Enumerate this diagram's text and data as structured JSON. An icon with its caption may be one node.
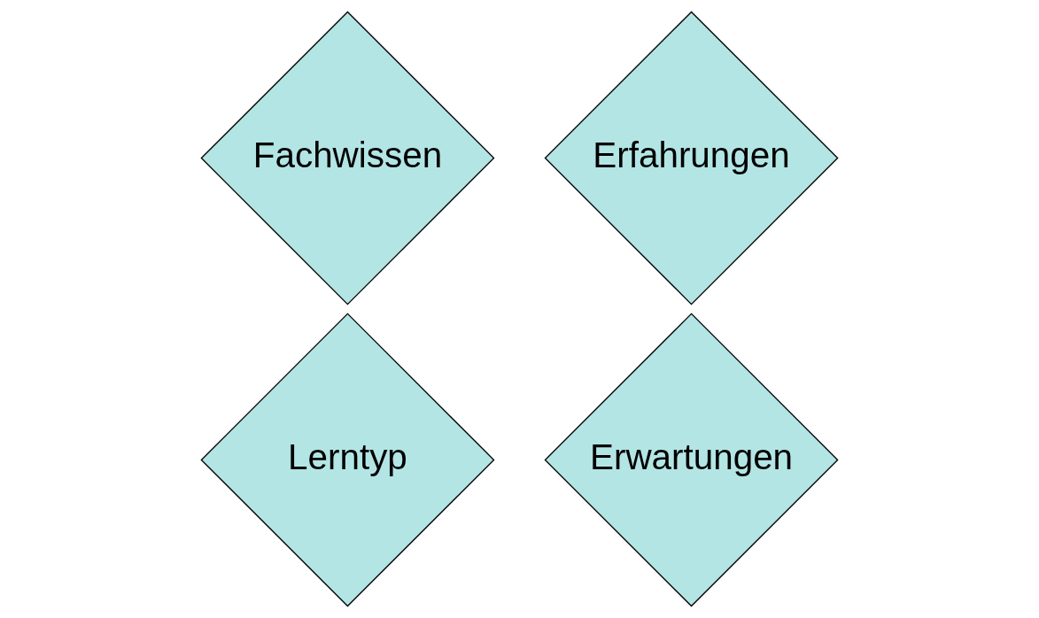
{
  "diagram": {
    "nodes": [
      {
        "text": [
          "Fachwissen"
        ]
      },
      {
        "text": [
          "Erfahrungen"
        ]
      },
      {
        "text": [
          "Lerntyp"
        ]
      },
      {
        "text": [
          "Erwartungen"
        ]
      }
    ],
    "edges": []
  }
}
